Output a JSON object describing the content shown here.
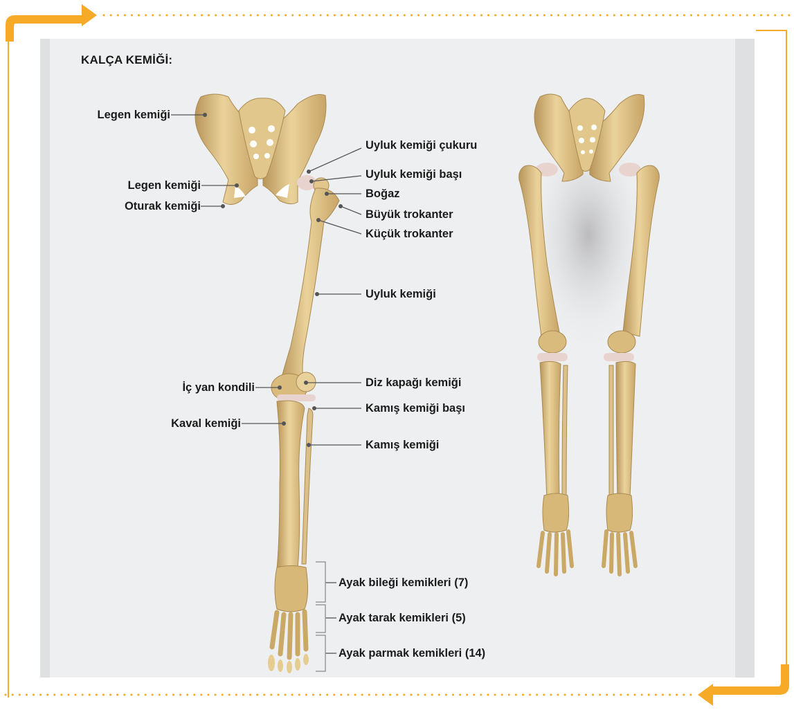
{
  "title": "KALÇA KEMİĞİ:",
  "labels_left": {
    "legen_kemigi_1": "Legen kemiği",
    "legen_kemigi_2": "Legen kemiği",
    "oturak_kemigi": "Oturak kemiği",
    "ic_yan_kondili": "İç yan kondili",
    "kaval_kemigi": "Kaval kemiği"
  },
  "labels_right": {
    "uyluk_kemigi_cukuru": "Uyluk kemiği çukuru",
    "uyluk_kemigi_basi": "Uyluk kemiği başı",
    "bogaz": "Boğaz",
    "buyuk_trokanter": "Büyük trokanter",
    "kucuk_trokanter": "Küçük trokanter",
    "uyluk_kemigi": "Uyluk kemiği",
    "diz_kapagi_kemigi": "Diz kapağı kemiği",
    "kamis_kemigi_basi": "Kamış kemiği başı",
    "kamis_kemigi": "Kamış kemiği",
    "ayak_bilegi_kemikleri": "Ayak bileği kemikleri (7)",
    "ayak_tarak_kemikleri": "Ayak tarak kemikleri (5)",
    "ayak_parmak_kemikleri": "Ayak parmak kemikleri (14)"
  },
  "colors": {
    "accent_orange": "#f7a928",
    "bone": "#e6cc91",
    "bone_dark": "#b89556",
    "cartilage": "#e9d3cf",
    "panel": "#eeeff0",
    "leader_line": "#555555"
  }
}
